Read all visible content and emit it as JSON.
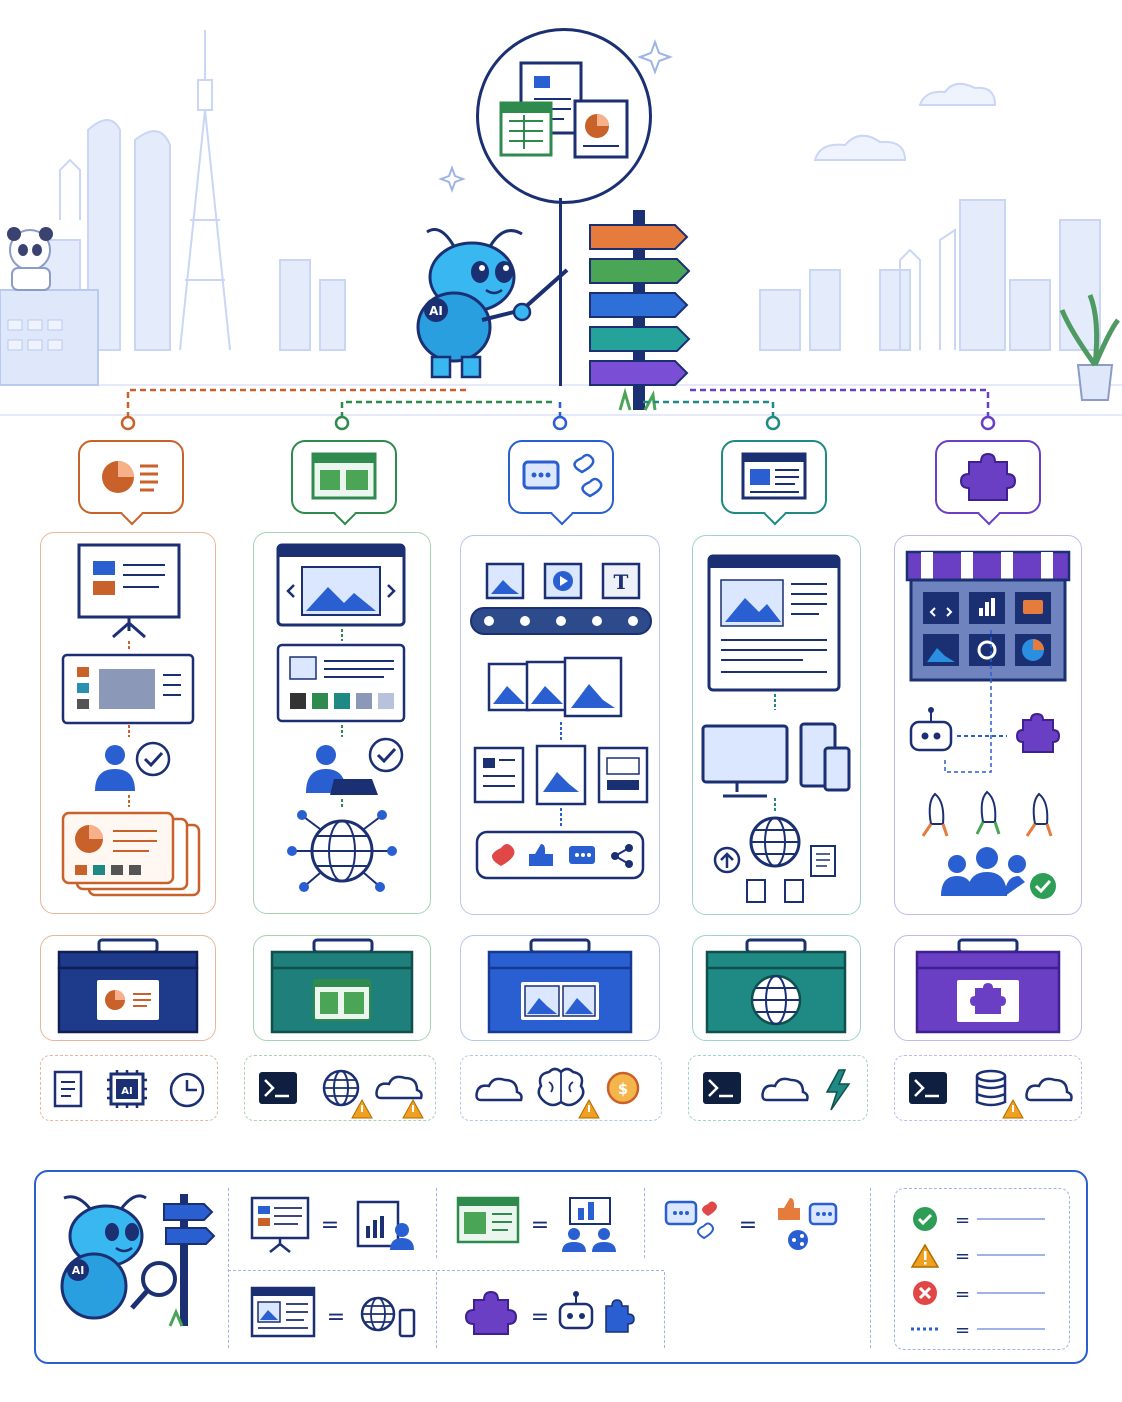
{
  "colors": {
    "orange": "#c8622a",
    "green": "#2f8a4e",
    "blue": "#2a5fd1",
    "teal": "#1f8a83",
    "purple": "#6a3fc4",
    "navy": "#1b2f73",
    "skyline": "#c9d6f5"
  },
  "center_node": {
    "icons": [
      "word-document-icon",
      "spreadsheet-document-icon",
      "presentation-document-icon"
    ]
  },
  "mascot": {
    "badge": "AI"
  },
  "signpost": {
    "arrows": [
      "orange",
      "green",
      "blue",
      "teal",
      "purple"
    ]
  },
  "columns": [
    {
      "id": "presentation",
      "color": "orange",
      "bubble_icon": "pie-report-icon",
      "steps": [
        "presentation-board-icon",
        "slide-layout-icon",
        "user-check-icon",
        "slide-deck-stack-icon"
      ],
      "toolbox_icon": "pie-slide-icon",
      "tools": [
        {
          "icon": "document-icon"
        },
        {
          "icon": "ai-chip-icon",
          "label": "AI"
        },
        {
          "icon": "clock-icon"
        }
      ]
    },
    {
      "id": "web-design",
      "color": "green",
      "bubble_icon": "web-layout-icon",
      "steps": [
        "browser-carousel-icon",
        "web-page-mockup-icon",
        "user-laptop-check-icon",
        "globe-network-icon"
      ],
      "toolbox_icon": "web-layout-icon",
      "tools": [
        {
          "icon": "terminal-icon"
        },
        {
          "icon": "globe-warning-icon"
        },
        {
          "icon": "cloud-warning-icon"
        }
      ]
    },
    {
      "id": "social-media",
      "color": "blue",
      "bubble_icon": "chat-hearts-icon",
      "steps": [
        "media-conveyor-icon",
        "image-stack-icon",
        "layout-options-icon",
        "reactions-bar-icon"
      ],
      "media_letter": "T",
      "toolbox_icon": "images-icon",
      "tools": [
        {
          "icon": "cloud-icon"
        },
        {
          "icon": "brain-warning-icon"
        },
        {
          "icon": "coin-icon",
          "label": "$"
        }
      ]
    },
    {
      "id": "web-article",
      "color": "teal",
      "bubble_icon": "article-page-icon",
      "steps": [
        "article-mockup-icon",
        "devices-icon",
        "publish-globe-icon"
      ],
      "toolbox_icon": "globe-icon",
      "tools": [
        {
          "icon": "terminal-icon"
        },
        {
          "icon": "cloud-icon"
        },
        {
          "icon": "lightning-icon"
        }
      ]
    },
    {
      "id": "plugin",
      "color": "purple",
      "bubble_icon": "puzzle-icon",
      "steps": [
        "app-store-icon",
        "robot-plugin-icon",
        "rockets-icon",
        "users-check-icon"
      ],
      "toolbox_icon": "puzzle-icon",
      "tools": [
        {
          "icon": "terminal-icon"
        },
        {
          "icon": "database-warning-icon"
        },
        {
          "icon": "cloud-icon"
        }
      ]
    }
  ],
  "legend": {
    "equals": "=",
    "mappings": [
      {
        "from": "presentation-board-icon",
        "to": "report-user-icon"
      },
      {
        "from": "web-layout-icon",
        "to": "team-chart-icon"
      },
      {
        "from": "chat-hearts-icon",
        "to": "social-reactions-icon"
      },
      {
        "from": "article-page-icon",
        "to": "globe-phone-icon"
      },
      {
        "from": "puzzle-icon",
        "to": "robot-puzzle-icon"
      }
    ],
    "status": [
      {
        "icon": "check-icon",
        "color": "#2e9e57"
      },
      {
        "icon": "warning-icon",
        "color": "#f0a020"
      },
      {
        "icon": "error-icon",
        "color": "#e04848"
      },
      {
        "icon": "dotted-line-icon",
        "color": "#2a5fd1"
      }
    ]
  }
}
